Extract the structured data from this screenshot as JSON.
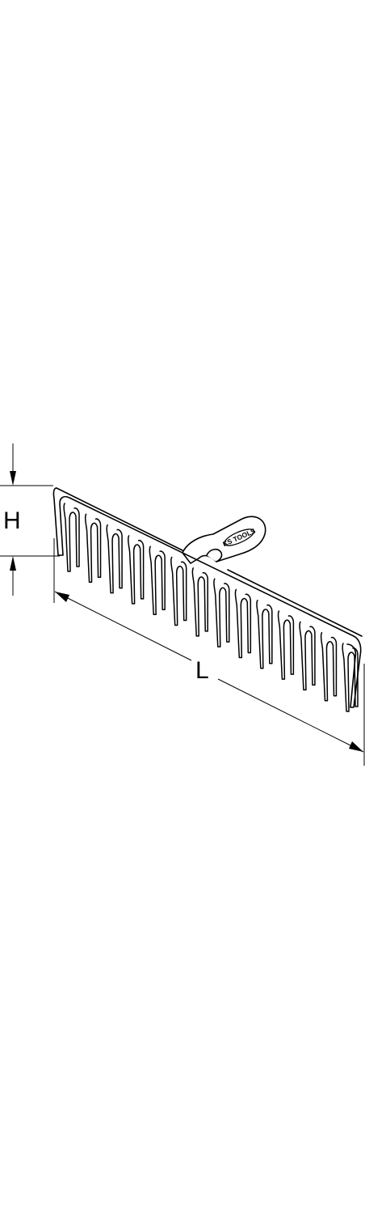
{
  "dimensions": {
    "height_label": "H",
    "length_label": "L"
  },
  "logo": {
    "text": "KS TOOLS"
  },
  "colors": {
    "line": "#000000",
    "background": "#ffffff"
  }
}
